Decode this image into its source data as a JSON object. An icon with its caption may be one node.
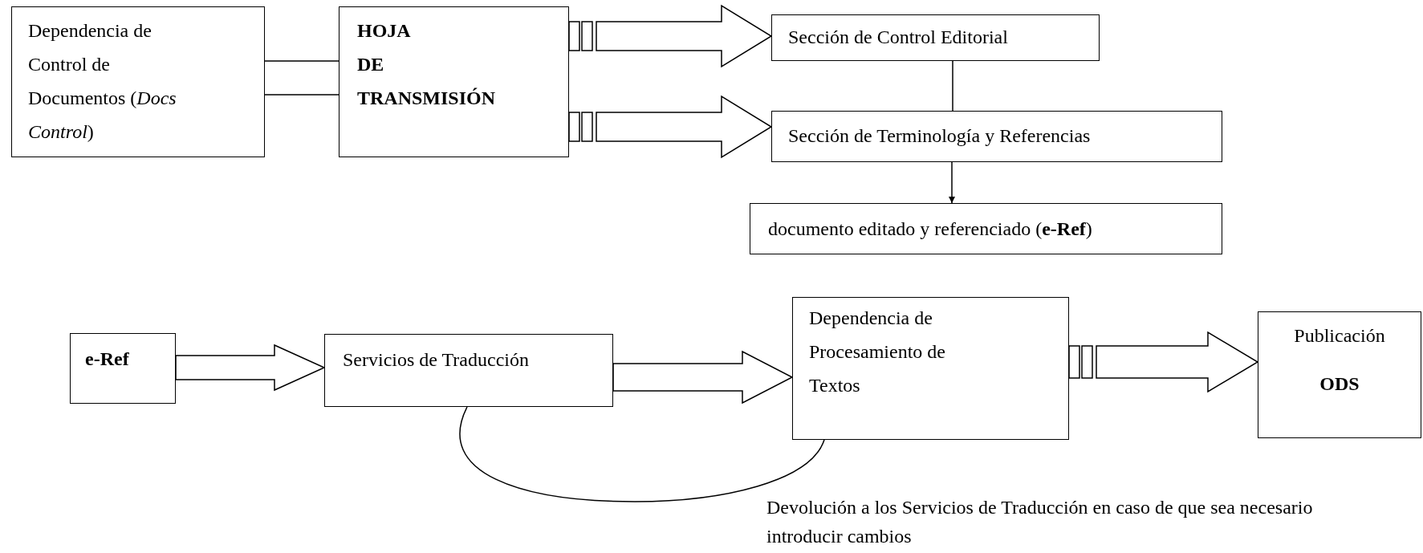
{
  "diagram": {
    "nodes": [
      {
        "text": [
          "Dependencia de Control de Documentos (*Docs Control*)"
        ]
      },
      {
        "text": [
          "HOJA DE TRANSMISIÓN"
        ]
      },
      {
        "text": [
          "Sección de Control Editorial"
        ]
      },
      {
        "text": [
          "Sección de Terminología y Referencias"
        ]
      },
      {
        "text": [
          "documento editado y referenciado (**e-Ref**)"
        ]
      },
      {
        "text": [
          "e-Ref"
        ]
      },
      {
        "text": [
          "Servicios de Traducción"
        ]
      },
      {
        "text": [
          "Dependencia de Procesamiento de Textos"
        ]
      },
      {
        "text": [
          "Publicación",
          "ODS"
        ]
      }
    ],
    "edges": [
      {
        "from": 0,
        "to": 1,
        "arrow": "none"
      },
      {
        "from": 1,
        "to": 2,
        "arrow": "to",
        "style": "thick"
      },
      {
        "from": 1,
        "to": 3,
        "arrow": "to",
        "style": "thick"
      },
      {
        "from": 2,
        "to": 3,
        "arrow": "none"
      },
      {
        "from": 3,
        "to": 4,
        "arrow": "to"
      },
      {
        "from": 5,
        "to": 6,
        "arrow": "to",
        "style": "thick"
      },
      {
        "from": 6,
        "to": 7,
        "arrow": "to",
        "style": "thick"
      },
      {
        "from": 7,
        "to": 8,
        "arrow": "to",
        "style": "thick"
      },
      {
        "from": 7,
        "to": 6,
        "arrow": "none",
        "label": "Devolución a los Servicios de Traducción en caso de que sea necesario introducir cambios"
      }
    ]
  }
}
